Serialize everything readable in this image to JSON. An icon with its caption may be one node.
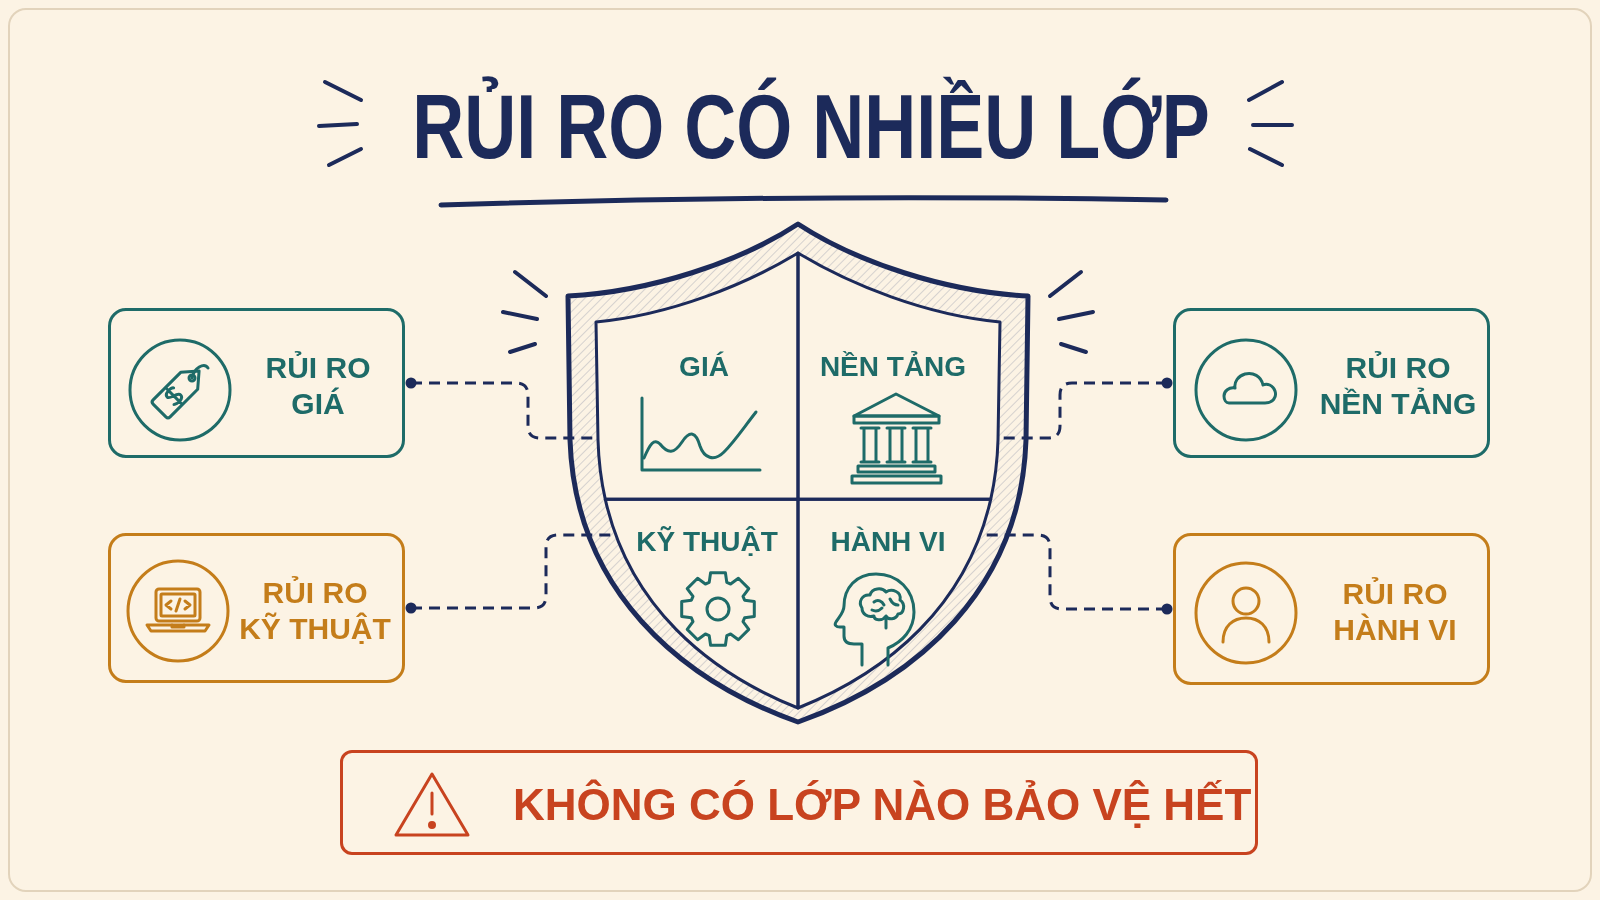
{
  "diagram": {
    "title": "RỦI RO CÓ NHIỀU LỚP",
    "nodes": [
      {
        "text": [
          "RỦI RO GIÁ"
        ]
      },
      {
        "text": [],
        "shape": "shield"
      },
      {
        "text": [
          "GIÁ"
        ],
        "in": 1
      },
      {
        "text": [
          "NỀN TẢNG"
        ],
        "in": 1
      },
      {
        "text": [
          "KỸ THUẬT"
        ],
        "in": 1
      },
      {
        "text": [
          "HÀNH VI"
        ],
        "in": 1
      },
      {
        "text": [
          "RỦI RO NỀN TẢNG"
        ]
      },
      {
        "text": [
          "RỦI RO KỸ THUẬT"
        ]
      },
      {
        "text": [
          "RỦI RO HÀNH VI"
        ]
      },
      {
        "text": [
          "KHÔNG CÓ LỚP NÀO BẢO VỆ HẾT"
        ]
      }
    ],
    "edges": [
      {
        "from": 0,
        "to": 2,
        "arrow": "other",
        "style": "dashed"
      },
      {
        "from": 6,
        "to": 3,
        "arrow": "other",
        "style": "dashed"
      },
      {
        "from": 7,
        "to": 4,
        "arrow": "other",
        "style": "dashed"
      },
      {
        "from": 8,
        "to": 5,
        "arrow": "other",
        "style": "dashed"
      }
    ]
  }
}
